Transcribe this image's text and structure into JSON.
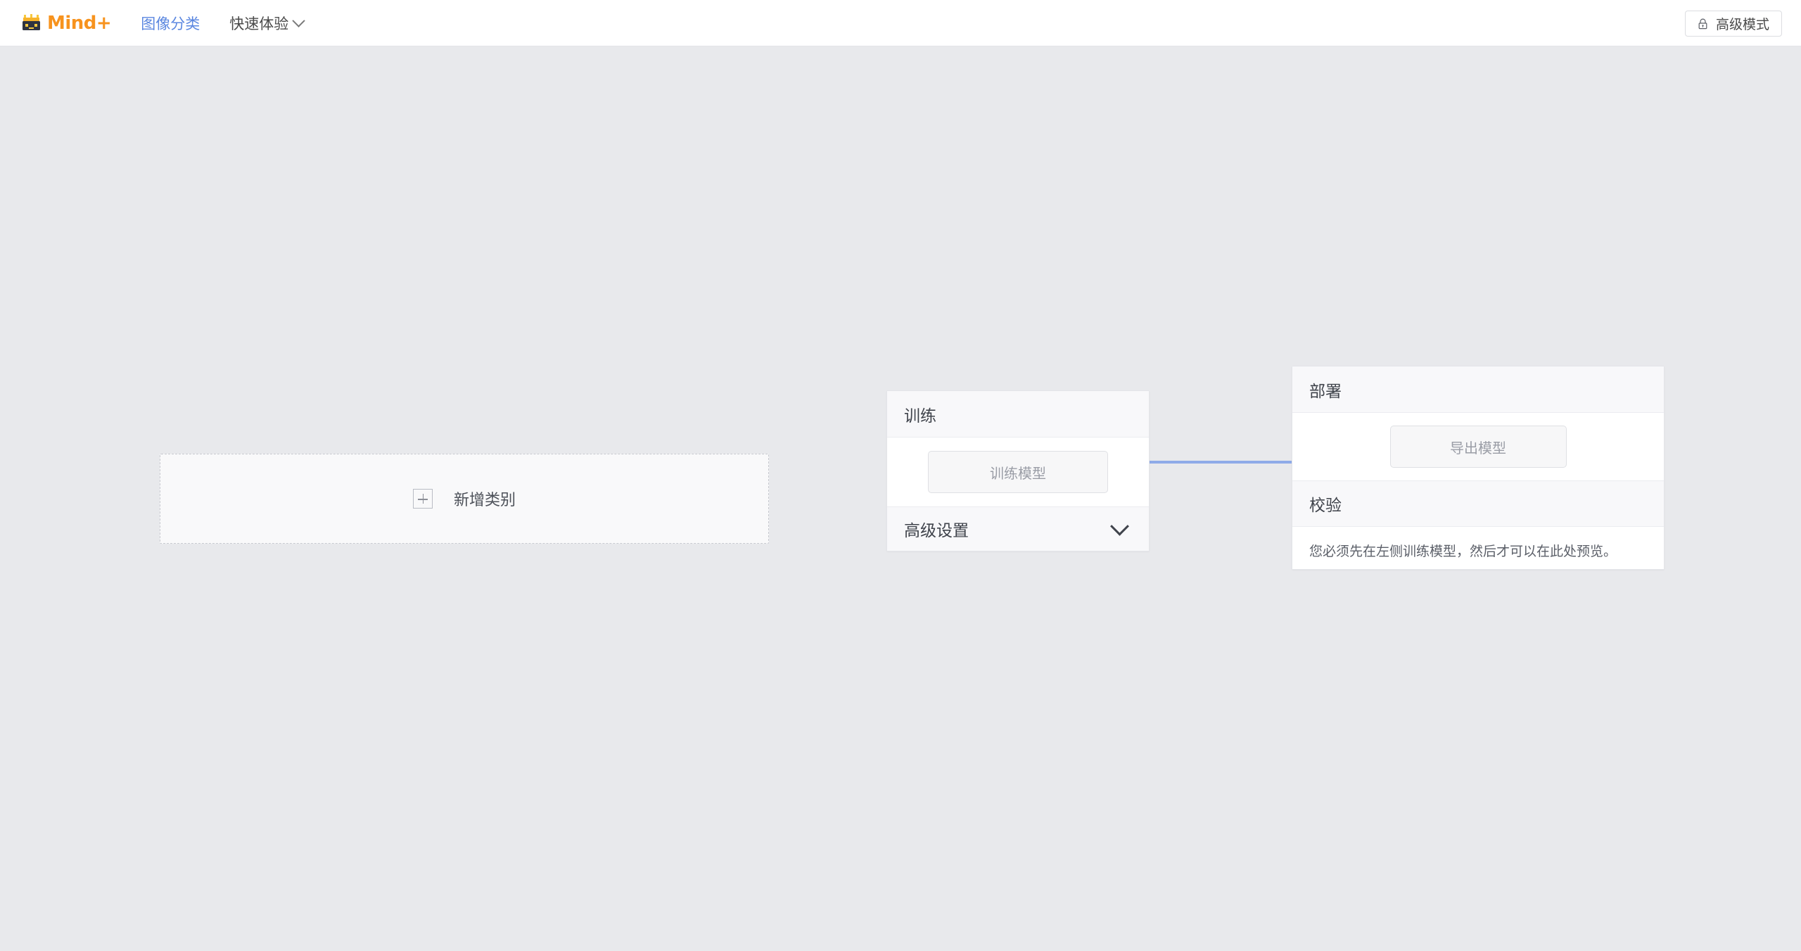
{
  "app": {
    "brand_text": "Mind+",
    "brand_color": "#f7931e"
  },
  "navbar": {
    "links": [
      {
        "label": "图像分类",
        "active": true,
        "has_chevron": false
      },
      {
        "label": "快速体验",
        "active": false,
        "has_chevron": true
      }
    ],
    "advanced_mode_button": {
      "label": "高级模式",
      "icon": "lock-icon"
    }
  },
  "workspace": {
    "background_color": "#e8e9ec",
    "add_class_card": {
      "label": "新增类别",
      "icon": "plus-icon"
    },
    "training_card": {
      "title": "训练",
      "train_button_label": "训练模型",
      "advanced_settings_label": "高级设置",
      "chevron": "chevron-down-icon"
    },
    "connector": {
      "color": "#8fabe8"
    },
    "deploy_card": {
      "title": "部署",
      "export_button_label": "导出模型",
      "verify_title": "校验",
      "verify_message": "您必须先在左侧训练模型，然后才可以在此处预览。"
    }
  }
}
